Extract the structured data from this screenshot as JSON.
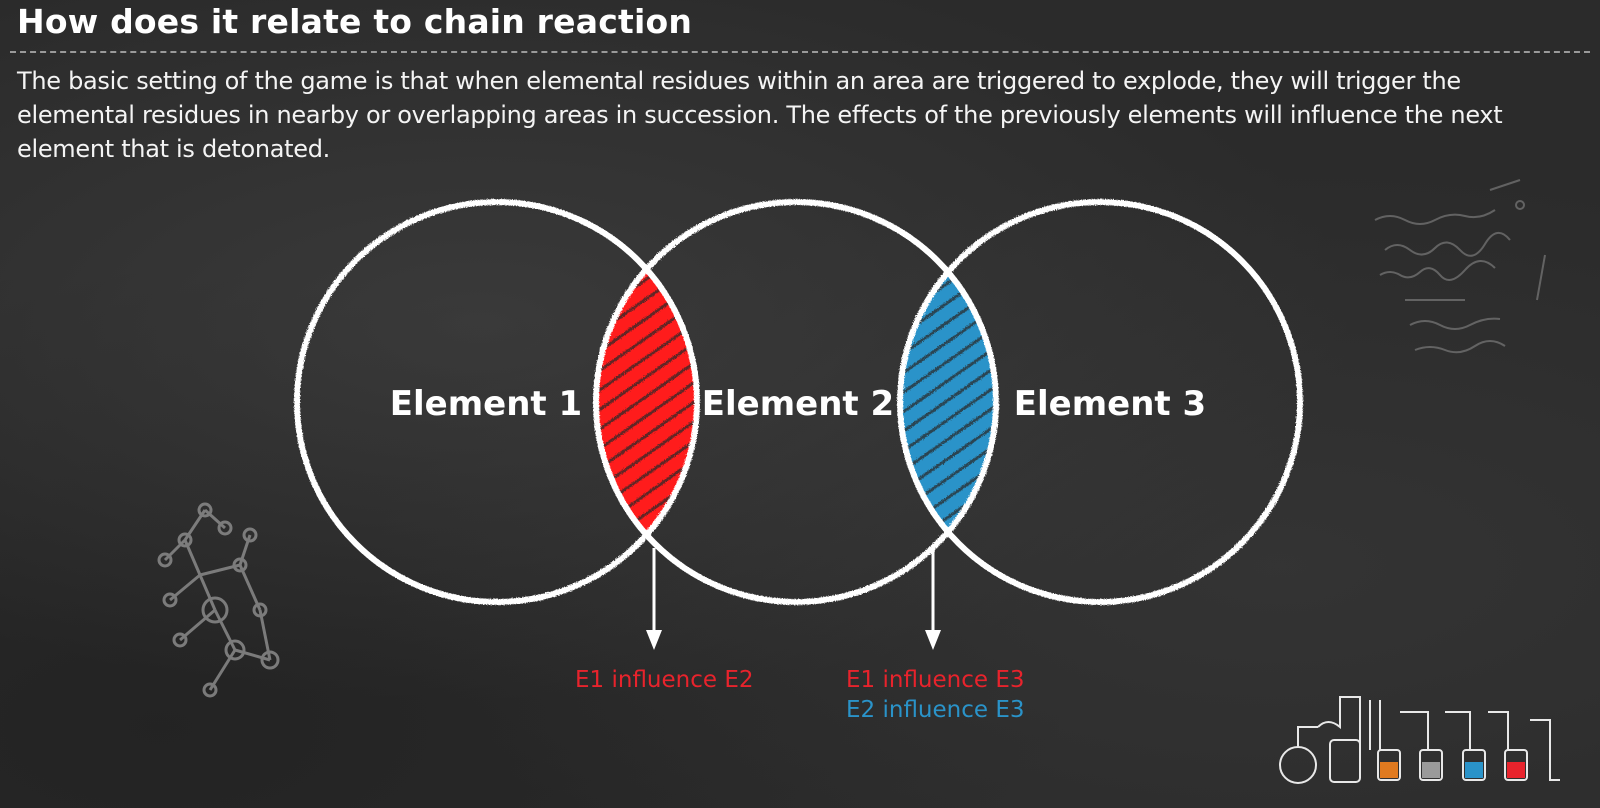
{
  "slide": {
    "title": "How does it relate to chain reaction",
    "intro": "The basic setting of the game is that when elemental residues within an area are triggered to explode, they will trigger the elemental residues in nearby or overlapping areas in succession. The effects of the previously elements will influence the next element that is detonated."
  },
  "diagram": {
    "elements": [
      {
        "label": "Element 1"
      },
      {
        "label": "Element 2"
      },
      {
        "label": "Element 3"
      }
    ],
    "overlaps": [
      {
        "color": "#ff1a1a"
      },
      {
        "color": "#2a93c9"
      }
    ],
    "notes": {
      "e1_e2": "E1 influence E2",
      "e1_e3": "E1 influence E3",
      "e2_e3": "E2 influence E3"
    },
    "colors": {
      "red": "#e8232c",
      "blue": "#2a93c9",
      "chalk": "#ffffff"
    }
  },
  "decorations": {
    "icons": [
      "molecule-sketch-icon",
      "chalk-formula-scribble-icon",
      "lab-apparatus-icon"
    ]
  }
}
